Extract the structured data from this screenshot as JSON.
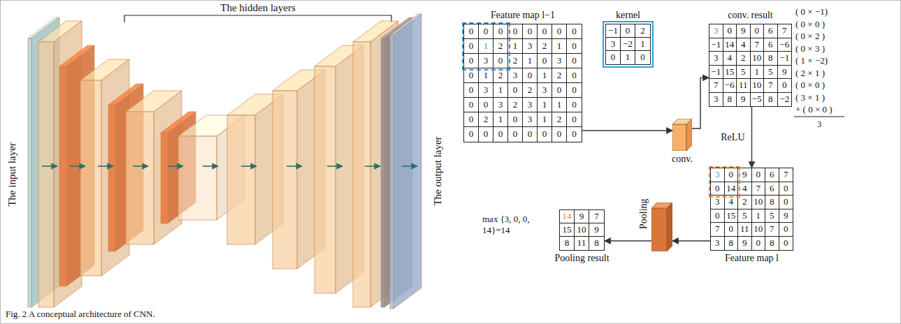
{
  "diagram": {
    "caption": "Fig. 2 A conceptual architecture of CNN.",
    "nodes": [
      {
        "text": [
          "Feature map l−1",
          "0",
          "0",
          "0",
          "0",
          "0",
          "0",
          "0",
          "0",
          "0",
          "1",
          "2",
          "1",
          "3",
          "2",
          "1",
          "0",
          "0",
          "3",
          "0",
          "2",
          "1",
          "0",
          "3",
          "0",
          "0",
          "1",
          "2",
          "3",
          "0",
          "1",
          "2",
          "0",
          "0",
          "3",
          "1",
          "0",
          "2",
          "3",
          "0",
          "0",
          "0",
          "0",
          "3",
          "2",
          "3",
          "1",
          "1",
          "0",
          "0",
          "2",
          "1",
          "0",
          "3",
          "1",
          "2",
          "0",
          "0",
          "0",
          "0",
          "0",
          "0",
          "0",
          "0",
          "0"
        ]
      },
      {
        "text": [
          "kernel",
          "−1",
          "0",
          "2",
          "3",
          "−2",
          "1",
          "0",
          "1",
          "0"
        ]
      },
      {
        "text": [
          "conv."
        ]
      },
      {
        "text": [
          "conv. result",
          "3",
          "0",
          "9",
          "0",
          "6",
          "7",
          "−1",
          "14",
          "4",
          "7",
          "6",
          "−6",
          "3",
          "4",
          "2",
          "10",
          "8",
          "−1",
          "−1",
          "15",
          "5",
          "1",
          "5",
          "9",
          "7",
          "−6",
          "11",
          "10",
          "7",
          "0",
          "3",
          "8",
          "9",
          "−5",
          "8",
          "−2"
        ]
      },
      {
        "text": [
          "Feature map l",
          "3",
          "0",
          "9",
          "0",
          "6",
          "7",
          "0",
          "14",
          "4",
          "7",
          "6",
          "0",
          "3",
          "4",
          "2",
          "10",
          "8",
          "0",
          "0",
          "15",
          "5",
          "1",
          "5",
          "9",
          "7",
          "0",
          "11",
          "10",
          "7",
          "0",
          "3",
          "8",
          "9",
          "0",
          "8",
          "0"
        ]
      },
      {
        "text": [
          "Pooling"
        ]
      },
      {
        "text": [
          "Pooling result",
          "14",
          "9",
          "7",
          "15",
          "10",
          "9",
          "8",
          "11",
          "8"
        ]
      }
    ],
    "edges": [
      {
        "from": 0,
        "to": 2,
        "arrow": "to"
      },
      {
        "from": 2,
        "to": 3,
        "arrow": "to"
      },
      {
        "from": 3,
        "to": 4,
        "arrow": "to",
        "label": "ReLU"
      },
      {
        "from": 4,
        "to": 5,
        "arrow": "to"
      },
      {
        "from": 5,
        "to": 6,
        "arrow": "to"
      }
    ],
    "labels": [
      "The hidden layers",
      "The input layer",
      "The output layer",
      "( 0 × −1)",
      "( 0 × 0 )",
      "( 0 × 2 )",
      "( 0 × 3 )",
      "( 1 × −2)",
      "( 2 × 1 )",
      "( 0 × 0 )",
      "( 3 × 1 )",
      "+ ( 0 × 0 )",
      "3",
      "max {3, 0, 0, 14}=14"
    ]
  }
}
